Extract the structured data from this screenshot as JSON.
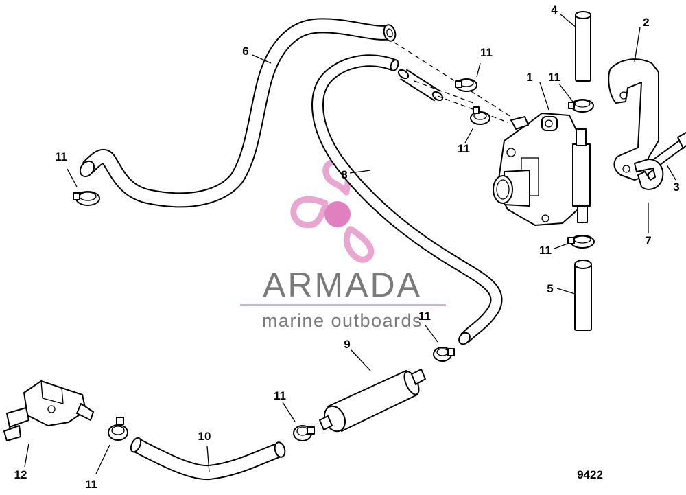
{
  "diagram": {
    "id": "9422",
    "callouts": [
      "1",
      "2",
      "3",
      "4",
      "5",
      "6",
      "7",
      "8",
      "9",
      "10",
      "11",
      "12"
    ]
  },
  "watermark": {
    "brand": "ARMADA",
    "tagline": "marine outboards",
    "colors": {
      "logo": "#e8a6d0",
      "logo_dark": "#e080bf",
      "text": "#7a7a7a",
      "rule": "#e8a6d0"
    }
  }
}
